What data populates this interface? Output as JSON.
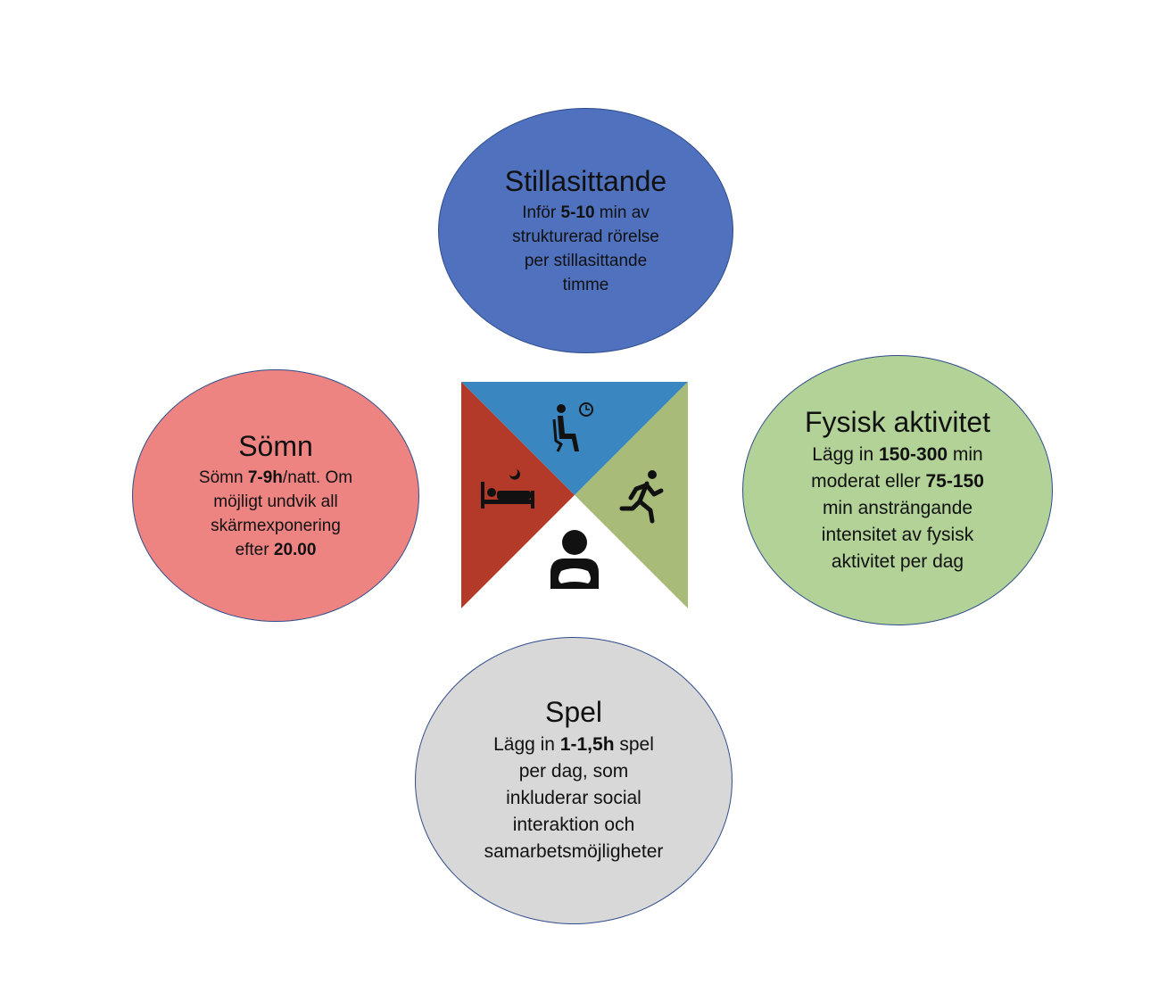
{
  "colors": {
    "stillasittande": "#4f71be",
    "somn": "#ed8482",
    "fysisk": "#b2d297",
    "spel": "#d8d8d8",
    "center_blue": "#3a86c0",
    "center_red": "#b33a28",
    "center_green": "#a8bb78"
  },
  "icons": [
    "sitting-person-clock-icon",
    "sleeping-bed-icon",
    "running-person-icon",
    "gamer-controller-icon"
  ],
  "bubbles": {
    "stillasittande": {
      "title": "Stillasittande",
      "lines": [
        [
          {
            "t": "Inför "
          },
          {
            "t": "5-10",
            "b": true
          },
          {
            "t": " min av"
          }
        ],
        [
          {
            "t": "strukturerad rörelse"
          }
        ],
        [
          {
            "t": "per stillasittande"
          }
        ],
        [
          {
            "t": "timme"
          }
        ]
      ]
    },
    "somn": {
      "title": "Sömn",
      "lines": [
        [
          {
            "t": "Sömn "
          },
          {
            "t": "7-9h",
            "b": true
          },
          {
            "t": "/natt. Om"
          }
        ],
        [
          {
            "t": "möjligt undvik all"
          }
        ],
        [
          {
            "t": "skärmexponering"
          }
        ],
        [
          {
            "t": "efter "
          },
          {
            "t": "20.00",
            "b": true
          }
        ]
      ]
    },
    "fysisk": {
      "title": "Fysisk aktivitet",
      "lines": [
        [
          {
            "t": "Lägg in "
          },
          {
            "t": "150-300",
            "b": true
          },
          {
            "t": " min"
          }
        ],
        [
          {
            "t": "moderat eller "
          },
          {
            "t": "75-150",
            "b": true
          }
        ],
        [
          {
            "t": "min ansträngande"
          }
        ],
        [
          {
            "t": "intensitet av fysisk"
          }
        ],
        [
          {
            "t": "aktivitet per dag"
          }
        ]
      ]
    },
    "spel": {
      "title": "Spel",
      "lines": [
        [
          {
            "t": "Lägg in "
          },
          {
            "t": "1-1,5h",
            "b": true
          },
          {
            "t": " spel"
          }
        ],
        [
          {
            "t": "per dag, som"
          }
        ],
        [
          {
            "t": "inkluderar social"
          }
        ],
        [
          {
            "t": "interaktion och"
          }
        ],
        [
          {
            "t": "samarbetsmöjligheter"
          }
        ]
      ]
    }
  }
}
